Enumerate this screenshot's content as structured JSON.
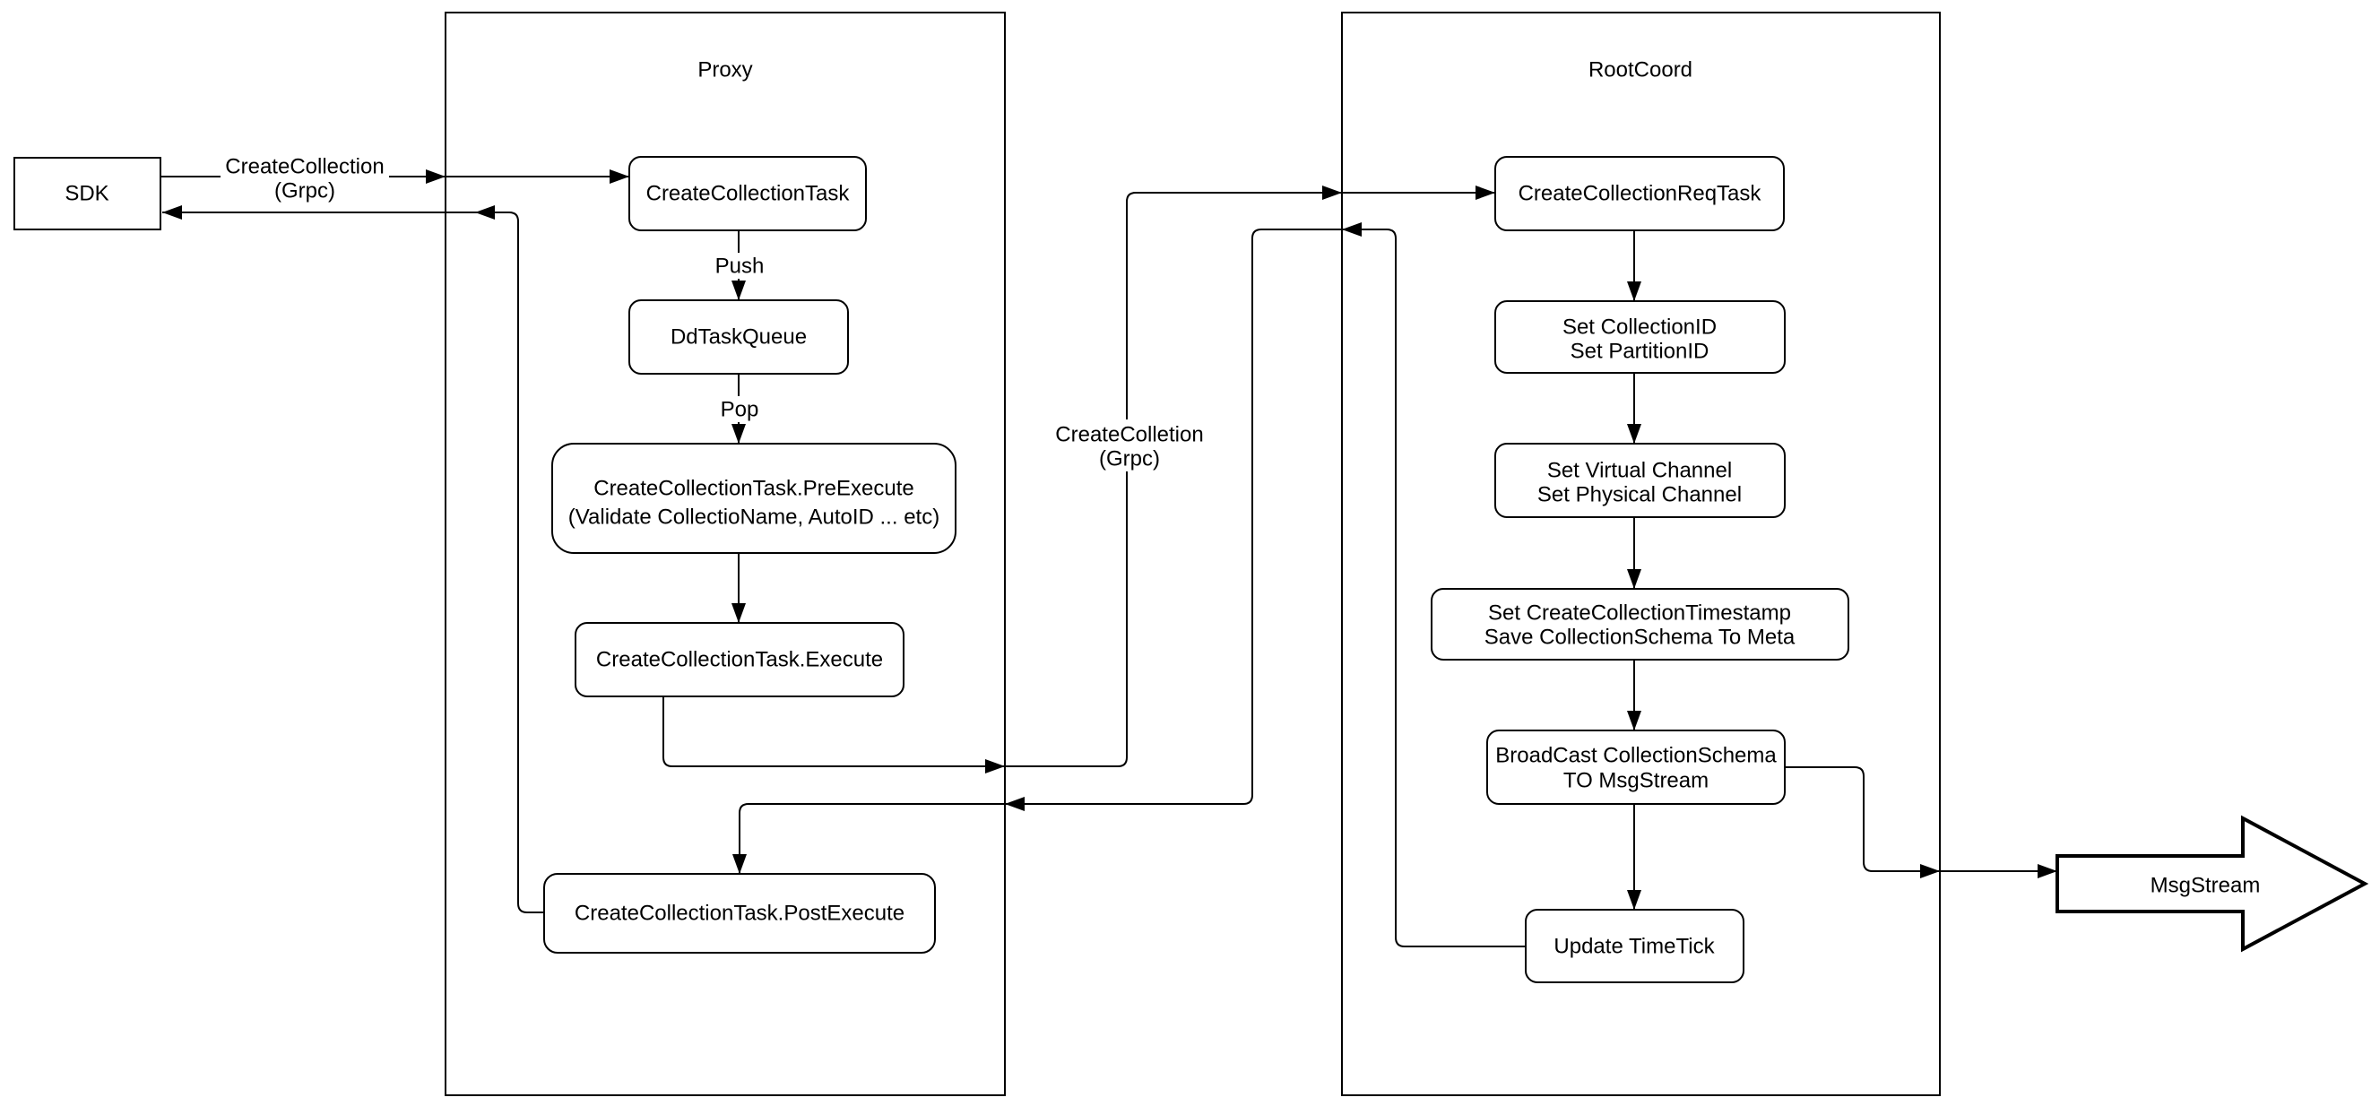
{
  "diagram": {
    "proxy": {
      "title": "Proxy"
    },
    "rootcoord": {
      "title": "RootCoord"
    },
    "nodes": {
      "sdk": "SDK",
      "create_collection_task": "CreateCollectionTask",
      "dd_task_queue": "DdTaskQueue",
      "pre_execute_line1": "CreateCollectionTask.PreExecute",
      "pre_execute_line2": "(Validate CollectioName, AutoID ... etc)",
      "execute": "CreateCollectionTask.Execute",
      "post_execute": "CreateCollectionTask.PostExecute",
      "create_collection_req_task": "CreateCollectionReqTask",
      "set_collection_id_line1": "Set CollectionID",
      "set_collection_id_line2": "Set PartitionID",
      "set_channel_line1": "Set Virtual Channel",
      "set_channel_line2": "Set Physical Channel",
      "set_timestamp_line1": "Set CreateCollectionTimestamp",
      "set_timestamp_line2": "Save CollectionSchema To Meta",
      "broadcast_line1": "BroadCast CollectionSchema",
      "broadcast_line2": "TO MsgStream",
      "update_timetick": "Update TimeTick",
      "msgstream": "MsgStream"
    },
    "edge_labels": {
      "sdk_request_line1": "CreateCollection",
      "sdk_request_line2": "(Grpc)",
      "push": "Push",
      "pop": "Pop",
      "grpc_request_line1": "CreateColletion",
      "grpc_request_line2": "(Grpc)"
    }
  }
}
